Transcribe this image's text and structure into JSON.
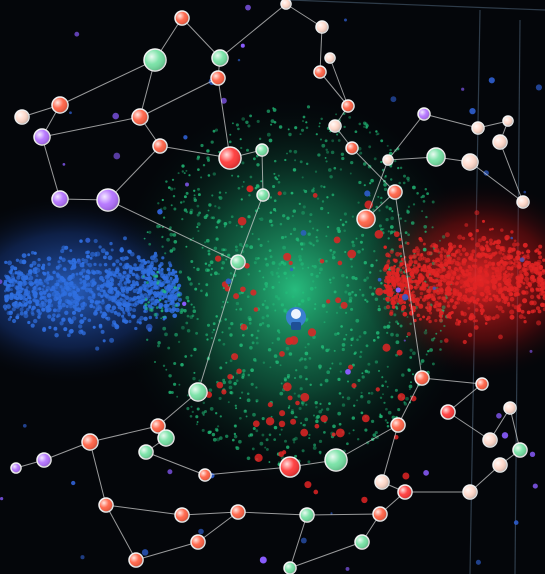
{
  "scene": {
    "kind": "network-graph-artwork",
    "background_color": "#04060a",
    "clusters": [
      {
        "name": "left-cluster",
        "color": "#2f6fe0"
      },
      {
        "name": "center-cluster",
        "color": "#22c07a"
      },
      {
        "name": "right-cluster",
        "color": "#e02424"
      }
    ],
    "node_colors": [
      "#ff5a3c",
      "#b06cff",
      "#6fe0a0",
      "#ffd7c8",
      "#ff3030"
    ],
    "edge_color": "#d9d9d9"
  }
}
